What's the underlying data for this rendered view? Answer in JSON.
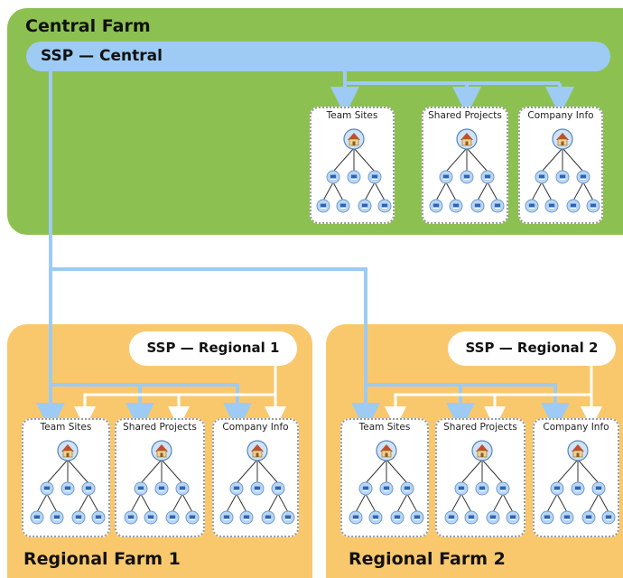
{
  "central_farm": {
    "title": "Central Farm",
    "ssp": "SSP — Central",
    "sites": [
      "Team Sites",
      "Shared Projects",
      "Company Info"
    ]
  },
  "regional_farm_1": {
    "title": "Regional Farm 1",
    "ssp": "SSP — Regional 1",
    "sites": [
      "Team Sites",
      "Shared Projects",
      "Company Info"
    ]
  },
  "regional_farm_2": {
    "title": "Regional Farm 2",
    "ssp": "SSP — Regional 2",
    "sites": [
      "Team Sites",
      "Shared Projects",
      "Company Info"
    ]
  },
  "colors": {
    "central_bg": "#8cc152",
    "regional_bg": "#f9c86d",
    "ssp_blue": "#9dcbf3",
    "connector_white": "#ffffff"
  },
  "icons": {
    "root": "home-icon",
    "node": "site-node-icon"
  }
}
